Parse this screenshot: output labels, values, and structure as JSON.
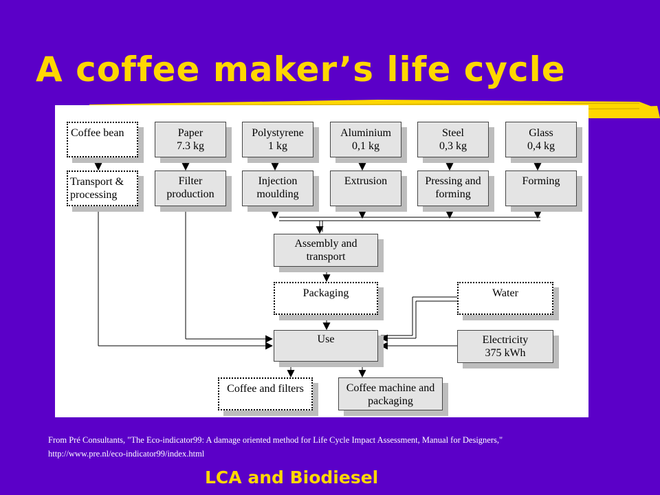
{
  "title": "A coffee maker’s life cycle",
  "colors": {
    "background": "#5b00c8",
    "accent": "#ffd700",
    "box_fill": "#e4e4e4",
    "box_shadow": "#bdbdbd"
  },
  "diagram": {
    "inputs": {
      "coffee_bean": [
        "Coffee bean"
      ],
      "paper": [
        "Paper",
        "7.3 kg"
      ],
      "polystyrene": [
        "Polystyrene",
        "1 kg"
      ],
      "aluminium": [
        "Aluminium",
        "0,1 kg"
      ],
      "steel": [
        "Steel",
        "0,3 kg"
      ],
      "glass": [
        "Glass",
        "0,4 kg"
      ]
    },
    "processes": {
      "transport_processing": [
        "Transport &",
        "processing"
      ],
      "filter_production": [
        "Filter",
        "production"
      ],
      "injection_moulding": [
        "Injection",
        "moulding"
      ],
      "extrusion": [
        "Extrusion"
      ],
      "pressing_forming": [
        "Pressing and",
        "forming"
      ],
      "forming": [
        "Forming"
      ]
    },
    "assembly": [
      "Assembly and",
      "transport"
    ],
    "packaging": [
      "Packaging"
    ],
    "water": [
      "Water"
    ],
    "use": [
      "Use"
    ],
    "electricity": [
      "Electricity",
      "375 kWh"
    ],
    "coffee_filters": [
      "Coffee and filters"
    ],
    "machine_packaging": [
      "Coffee machine and",
      "packaging"
    ]
  },
  "credit": {
    "line1": "From Pré Consultants, \"The Eco-indicator99: A damage oriented method for Life Cycle Impact Assessment, Manual for Designers,\"",
    "line2": "http://www.pre.nl/eco-indicator99/index.html"
  },
  "footer": "LCA and Biodiesel"
}
